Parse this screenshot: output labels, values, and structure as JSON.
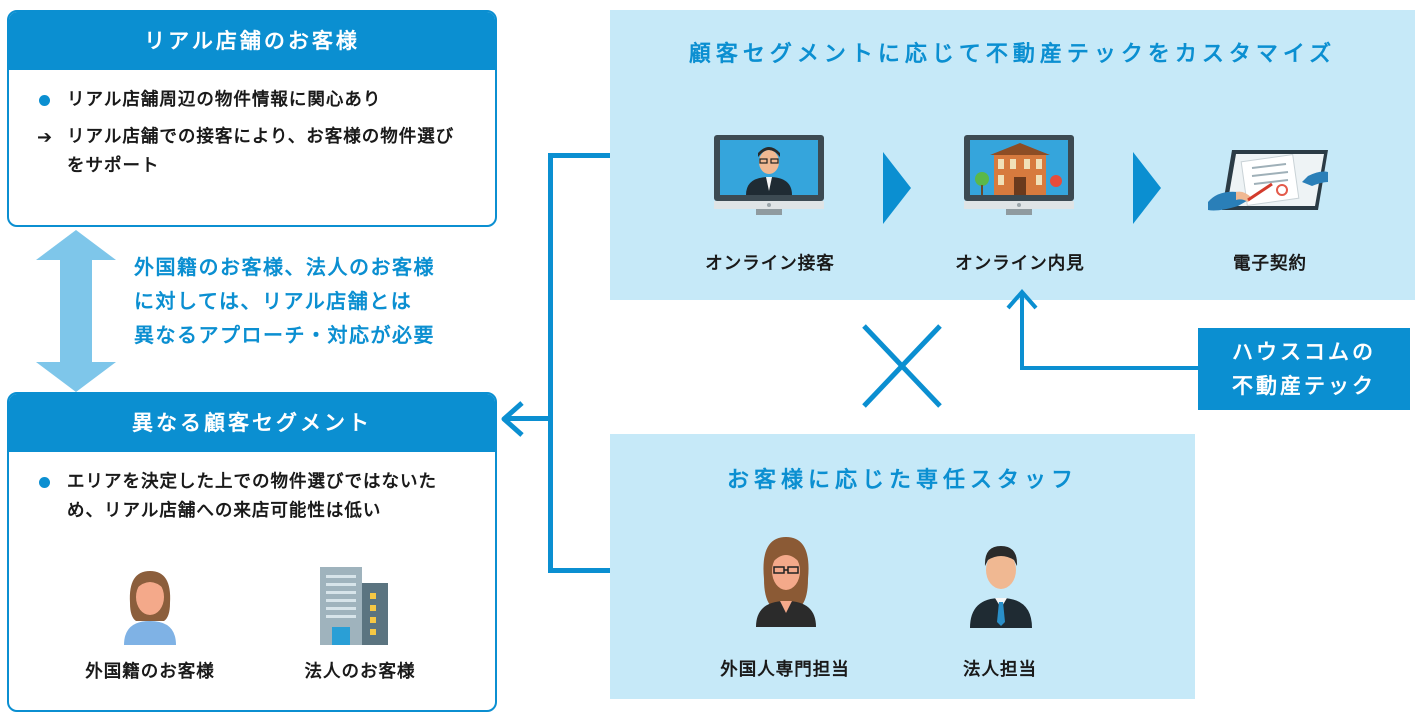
{
  "box_top": {
    "title": "リアル店舗のお客様",
    "bullet1": "リアル店舗周辺の物件情報に関心あり",
    "bullet2": "リアル店舗での接客により、お客様の物件選びをサポート",
    "arrow_glyph": "➔"
  },
  "middle_note": {
    "line1": "外国籍のお客様、法人のお客様",
    "line2": "に対しては、リアル店舗とは",
    "line3": "異なるアプローチ・対応が必要"
  },
  "box_bottom": {
    "title": "異なる顧客セグメント",
    "bullet1": "エリアを決定した上での物件選びではないため、リアル店舗への来店可能性は低い",
    "icon1_label": "外国籍のお客様",
    "icon2_label": "法人のお客様"
  },
  "panel_top": {
    "title": "顧客セグメントに応じて不動産テックをカスタマイズ",
    "step1": "オンライン接客",
    "step2": "オンライン内見",
    "step3": "電子契約"
  },
  "tag": {
    "line1": "ハウスコムの",
    "line2": "不動産テック"
  },
  "panel_bottom": {
    "title": "お客様に応じた専任スタッフ",
    "staff1": "外国人専門担当",
    "staff2": "法人担当"
  },
  "icons": [
    "monitor-operator-icon",
    "monitor-building-icon",
    "contract-signing-icon",
    "foreign-customer-icon",
    "office-building-icon",
    "female-staff-icon",
    "male-staff-icon",
    "cross-icon",
    "double-arrow-icon"
  ],
  "colors": {
    "accent": "#0b8fd1",
    "panel": "#c6e9f8",
    "arrow_light": "#7ec6ea"
  }
}
